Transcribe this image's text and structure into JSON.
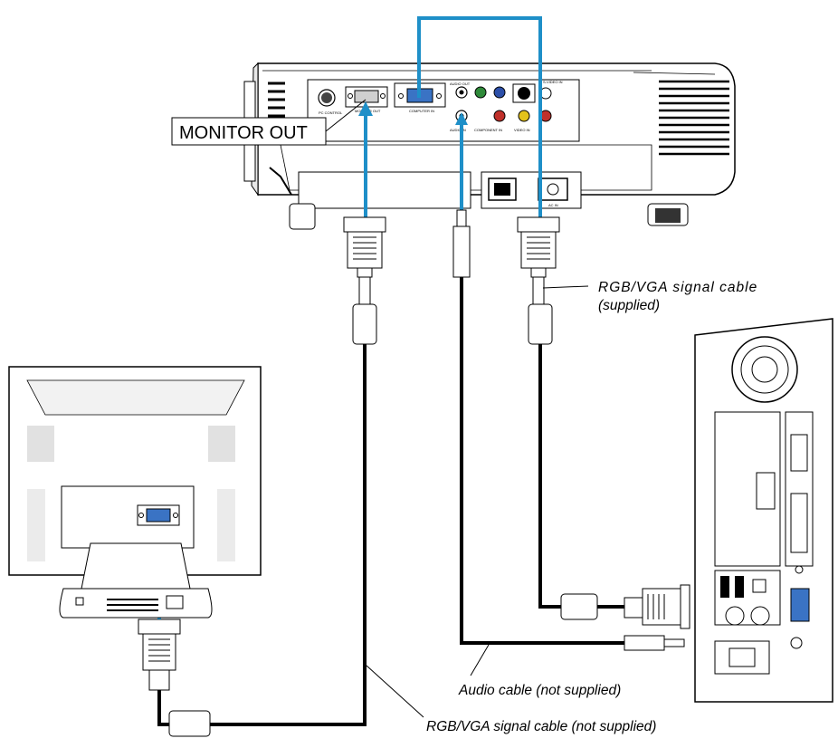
{
  "labels": {
    "monitor_out": "MONITOR OUT",
    "rgb_cable_supplied_line1": "RGB/VGA signal cable",
    "rgb_cable_supplied_line2": "(supplied)",
    "audio_cable": "Audio cable (not supplied)",
    "rgb_cable_not_supplied": "RGB/VGA signal cable (not supplied)"
  },
  "panel_labels": {
    "pc_control": "PC CONTROL",
    "monitor_out_small": "MONITOR OUT",
    "computer_in": "COMPUTER IN",
    "audio_out": "AUDIO OUT",
    "audio_in": "AUDIO IN",
    "component_in": "COMPONENT IN",
    "video_in": "VIDEO IN",
    "s_video_in": "S-VIDEO IN",
    "ac_in": "AC IN"
  },
  "colors": {
    "line": "#000000",
    "highlight": "#1e8fc8",
    "connector_blue": "#3a73c4",
    "panel_gray": "#d9d9d9"
  }
}
